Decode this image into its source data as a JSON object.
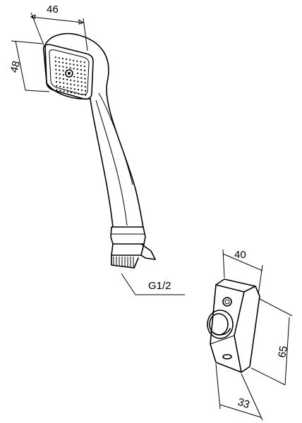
{
  "dimensions": {
    "head_width": "46",
    "head_height": "48",
    "thread": "G1/2",
    "holder_width": "40",
    "holder_height": "65",
    "holder_depth": "33"
  }
}
